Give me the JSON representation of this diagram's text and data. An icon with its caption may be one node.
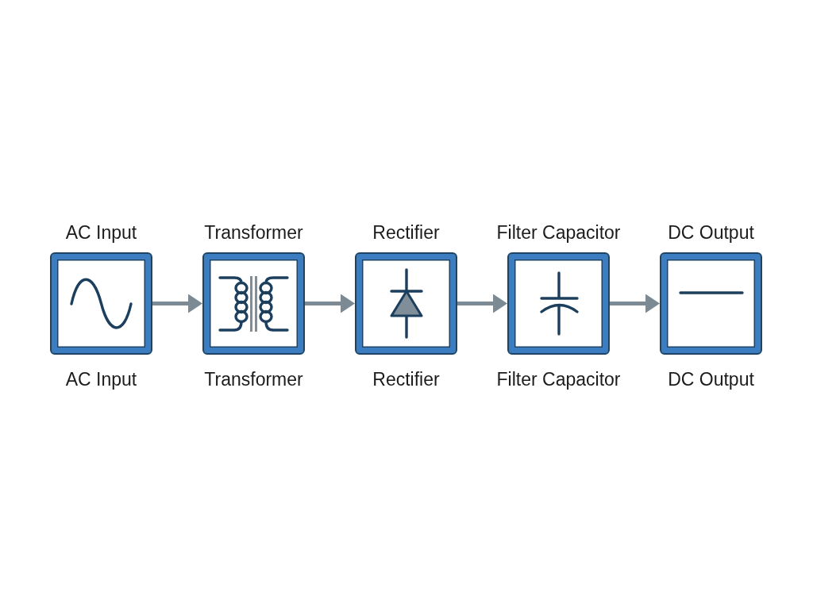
{
  "diagram": {
    "nodes": [
      {
        "text": [
          "AC Input"
        ],
        "beside": [
          "AC Input"
        ]
      },
      {
        "text": [
          "Transformer"
        ],
        "beside": [
          "Transformer"
        ]
      },
      {
        "text": [
          "Rectifier"
        ],
        "beside": [
          "Rectifier"
        ]
      },
      {
        "text": [
          "Filter Capacitor"
        ],
        "beside": [
          "Filter Capacitor"
        ]
      },
      {
        "text": [
          "DC Output"
        ],
        "beside": [
          "DC Output"
        ]
      }
    ],
    "edges": [
      {
        "from": 0,
        "to": 1,
        "arrow": "to"
      },
      {
        "from": 1,
        "to": 2,
        "arrow": "to"
      },
      {
        "from": 2,
        "to": 3,
        "arrow": "to"
      },
      {
        "from": 3,
        "to": 4,
        "arrow": "to"
      }
    ]
  }
}
